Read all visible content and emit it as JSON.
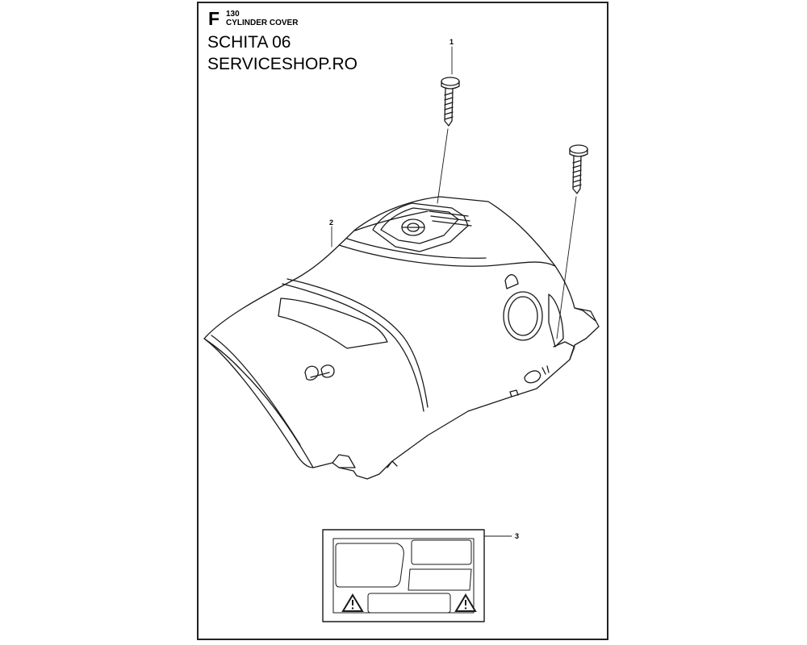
{
  "header": {
    "section_letter": "F",
    "section_number": "130",
    "section_title": "CYLINDER COVER",
    "sketch_label": "SCHITA 06",
    "shop_label": "SERVICESHOP.RO"
  },
  "callouts": {
    "screw": "1",
    "cover": "2",
    "decal": "3"
  },
  "icons": [
    "screw-icon",
    "cylinder-cover-icon",
    "warning-icon",
    "brand-logo-icon"
  ],
  "colors": {
    "line": "#1a1a1a",
    "frame": "#222222",
    "background": "#ffffff"
  }
}
